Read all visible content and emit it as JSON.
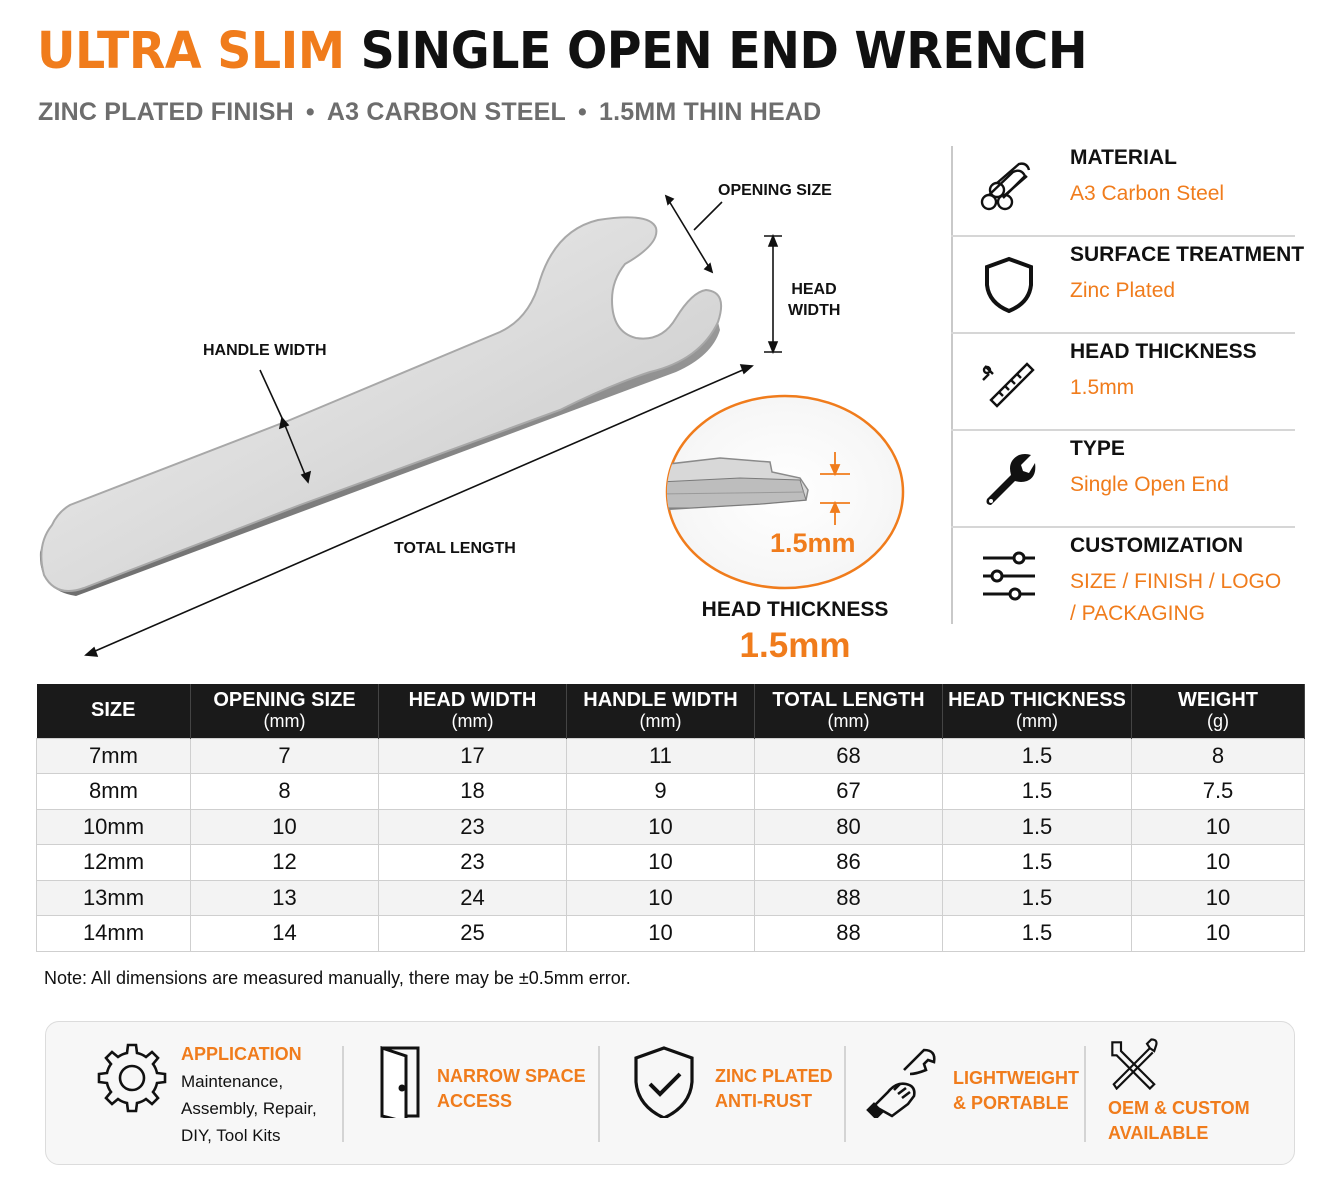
{
  "title": {
    "accent": "ULTRA SLIM",
    "main": "SINGLE OPEN END WRENCH"
  },
  "subtitle": {
    "items": [
      "ZINC PLATED FINISH",
      "A3 CARBON STEEL",
      "1.5MM THIN HEAD"
    ],
    "separator": "•"
  },
  "diagram": {
    "opening_size": "OPENING SIZE",
    "head_width": "HEAD\nWIDTH",
    "handle_width": "HANDLE WIDTH",
    "total_length": "TOTAL LENGTH",
    "circle_value": "1.5mm",
    "thickness_caption": "HEAD THICKNESS",
    "thickness_value": "1.5mm"
  },
  "specs": [
    {
      "icon": "steel-bars-icon",
      "title": "MATERIAL",
      "value": "A3 Carbon Steel"
    },
    {
      "icon": "shield-icon",
      "title": "SURFACE TREATMENT",
      "value": "Zinc Plated"
    },
    {
      "icon": "ruler-measure-icon",
      "title": "HEAD THICKNESS",
      "value": "1.5mm"
    },
    {
      "icon": "wrench-icon",
      "title": "TYPE",
      "value": "Single Open End"
    },
    {
      "icon": "sliders-icon",
      "title": "CUSTOMIZATION",
      "value": "SIZE / FINISH / LOGO / PACKAGING"
    }
  ],
  "table": {
    "headers": [
      {
        "label": "SIZE",
        "unit": ""
      },
      {
        "label": "OPENING SIZE",
        "unit": "(mm)"
      },
      {
        "label": "HEAD WIDTH",
        "unit": "(mm)"
      },
      {
        "label": "HANDLE WIDTH",
        "unit": "(mm)"
      },
      {
        "label": "TOTAL LENGTH",
        "unit": "(mm)"
      },
      {
        "label": "HEAD THICKNESS",
        "unit": "(mm)"
      },
      {
        "label": "WEIGHT",
        "unit": "(g)"
      }
    ],
    "rows": [
      [
        "7mm",
        "7",
        "17",
        "11",
        "68",
        "1.5",
        "8"
      ],
      [
        "8mm",
        "8",
        "18",
        "9",
        "67",
        "1.5",
        "7.5"
      ],
      [
        "10mm",
        "10",
        "23",
        "10",
        "80",
        "1.5",
        "10"
      ],
      [
        "12mm",
        "12",
        "23",
        "10",
        "86",
        "1.5",
        "10"
      ],
      [
        "13mm",
        "13",
        "24",
        "10",
        "88",
        "1.5",
        "10"
      ],
      [
        "14mm",
        "14",
        "25",
        "10",
        "88",
        "1.5",
        "10"
      ]
    ]
  },
  "note": "Note: All dimensions are measured manually, there may be ±0.5mm error.",
  "features": [
    {
      "icon": "gear-icon",
      "title": "APPLICATION",
      "desc": [
        "Maintenance,",
        "Assembly, Repair,",
        "DIY, Tool Kits"
      ]
    },
    {
      "icon": "narrow-door-icon",
      "title": "NARROW SPACE\nACCESS",
      "desc": []
    },
    {
      "icon": "shield-check-icon",
      "title": "ZINC PLATED\nANTI-RUST",
      "desc": []
    },
    {
      "icon": "hand-wrench-icon",
      "title": "LIGHTWEIGHT\n& PORTABLE",
      "desc": []
    },
    {
      "icon": "tools-cross-icon",
      "title": "OEM & CUSTOM\nAVAILABLE",
      "desc": []
    }
  ],
  "colors": {
    "accent": "#f07c1c",
    "dark": "#1a1a1a",
    "muted": "#6d6d6d"
  }
}
